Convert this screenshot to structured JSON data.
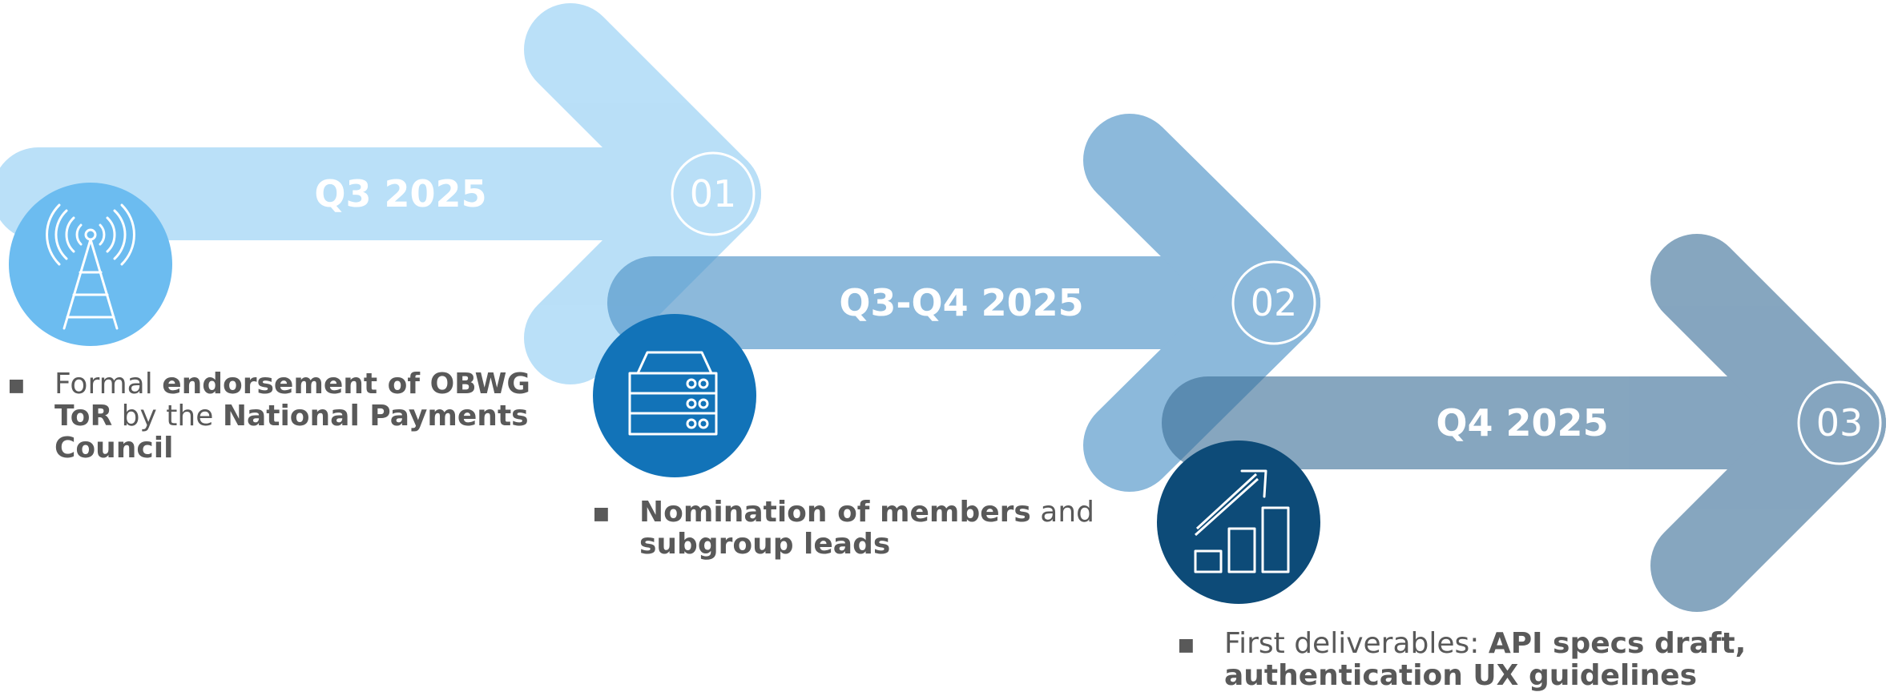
{
  "steps": [
    {
      "period": "Q3 2025",
      "number": "01",
      "icon": "cell-tower-icon",
      "color_arrow": "#8ccbf3",
      "color_circle": "#6cbcf0",
      "lines": [
        [
          {
            "t": "Formal ",
            "b": false
          },
          {
            "t": "endorsement of OBWG",
            "b": true
          }
        ],
        [
          {
            "t": "ToR",
            "b": true
          },
          {
            "t": " by the ",
            "b": false
          },
          {
            "t": "National Payments",
            "b": true
          }
        ],
        [
          {
            "t": "Council",
            "b": true
          }
        ]
      ]
    },
    {
      "period": "Q3-Q4 2025",
      "number": "02",
      "icon": "server-icon",
      "color_arrow": "#4f94c8",
      "color_circle": "#1273b8",
      "lines": [
        [
          {
            "t": "Nomination of members",
            "b": true
          },
          {
            "t": " and",
            "b": false
          }
        ],
        [
          {
            "t": "subgroup leads",
            "b": true
          }
        ]
      ]
    },
    {
      "period": "Q4 2025",
      "number": "03",
      "icon": "growth-chart-icon",
      "color_arrow": "#3c6f98",
      "color_circle": "#0d4b78",
      "lines": [
        [
          {
            "t": "First deliverables: ",
            "b": false
          },
          {
            "t": "API specs draft,",
            "b": true
          }
        ],
        [
          {
            "t": "authentication UX guidelines",
            "b": true
          }
        ]
      ]
    }
  ]
}
